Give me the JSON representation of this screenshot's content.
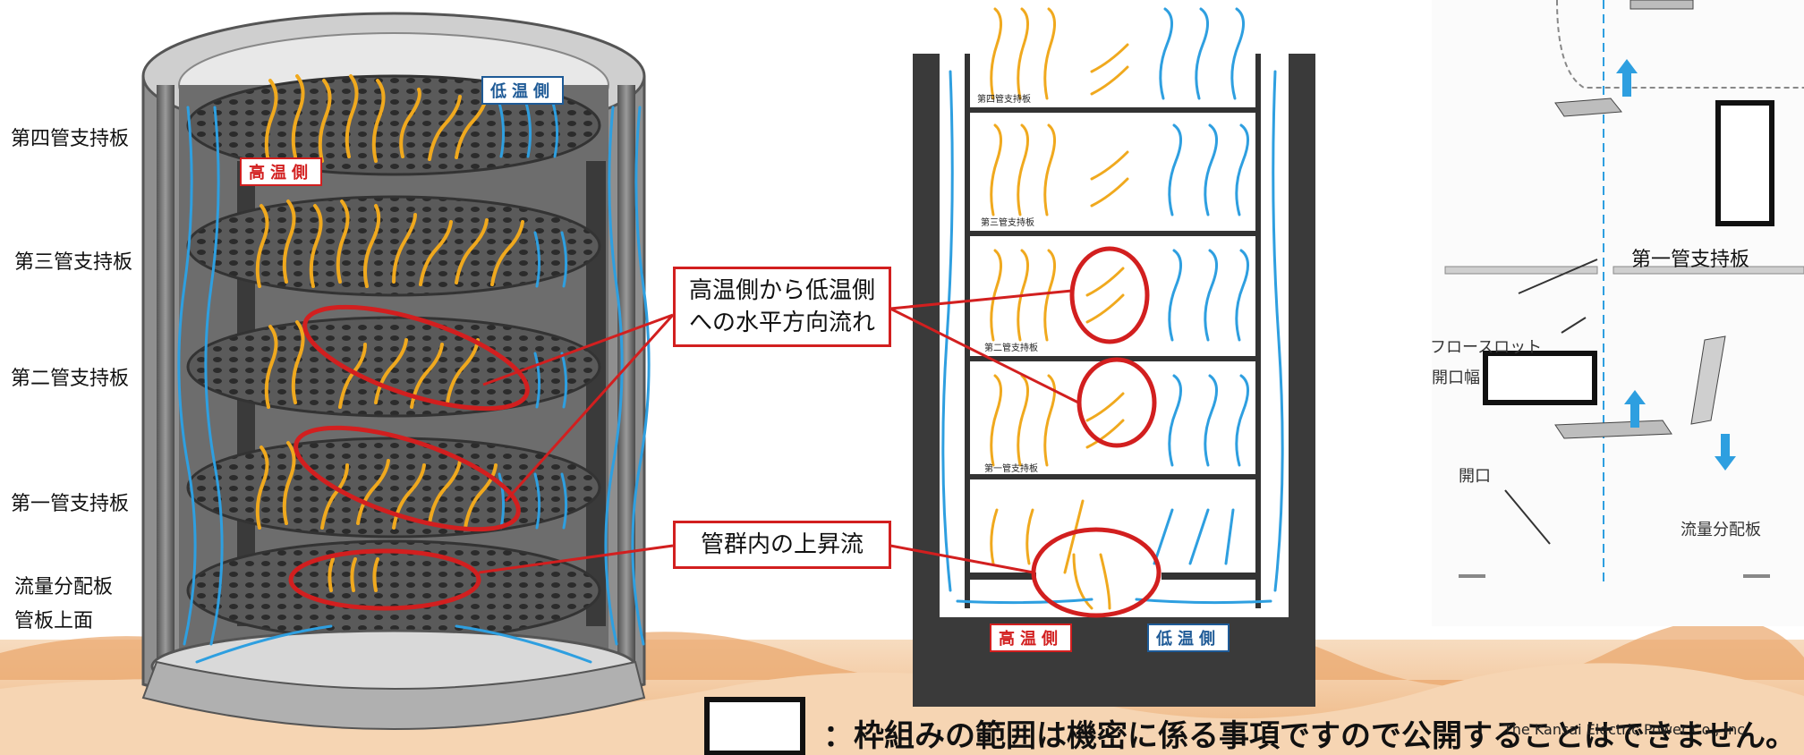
{
  "left_labels": {
    "plate4": "第四管支持板",
    "plate3": "第三管支持板",
    "plate2": "第二管支持板",
    "plate1": "第一管支持板",
    "baffle": "流量分配板",
    "tubesheet": "管板上面"
  },
  "cylinder_tags": {
    "hot": "高温側",
    "cold": "低温側"
  },
  "callouts": {
    "horizontal_flow": "高温側から低温側\nへの水平方向流れ",
    "upflow": "管群内の上昇流"
  },
  "middle_labels": {
    "p4": "第四管支持板",
    "p3": "第三管支持板",
    "p2": "第二管支持板",
    "p1": "第一管支持板"
  },
  "middle_tags": {
    "hot": "高温側",
    "cold": "低温側"
  },
  "right_labels": {
    "plate1": "第一管支持板",
    "flow_slot_1": "フロースロット",
    "flow_slot_2": "開口幅",
    "opening": "開口",
    "baffle": "流量分配板"
  },
  "legend": {
    "confidential_note": "：枠組みの範囲は機密に係る事項ですので公開することはできません。"
  },
  "copyright": "The Kansai Electric Power Co., Inc.",
  "colors": {
    "hot_flow": "#f0a91e",
    "cold_flow": "#2e9fe0",
    "highlight": "#d21f1f",
    "vessel": "#3a3a3a",
    "sand": "#f2c89a"
  }
}
